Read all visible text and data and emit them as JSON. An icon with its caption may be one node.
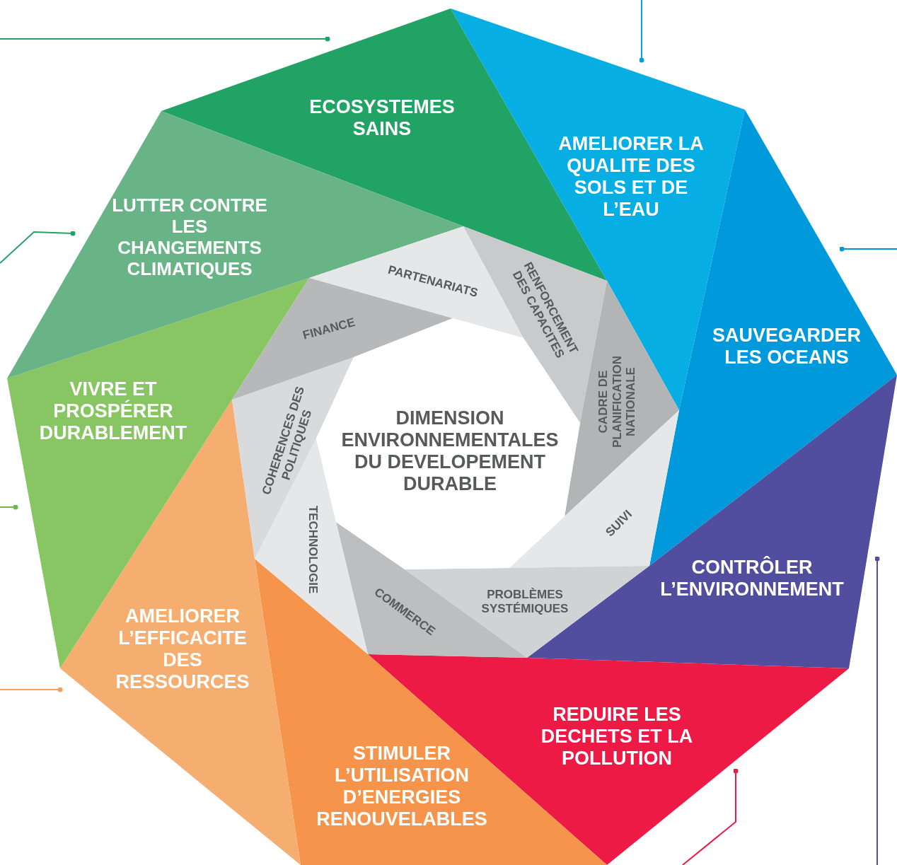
{
  "diagram": {
    "nodes": [
      {
        "text": [
          "DIMENSION ENVIRONNEMENTALES DU DEVELOPEMENT DURABLE"
        ]
      },
      {
        "text": [
          "ECOSYSTEMES SAINS"
        ]
      },
      {
        "text": [
          "AMELIORER LA QUALITE DES SOLS ET DE L’EAU"
        ]
      },
      {
        "text": [
          "SAUVEGARDER LES OCEANS"
        ]
      },
      {
        "text": [
          "CONTRÔLER L’ENVIRONNEMENT"
        ]
      },
      {
        "text": [
          "REDUIRE LES DECHETS ET LA POLLUTION"
        ]
      },
      {
        "text": [
          "STIMULER L’UTILISATION D’ENERGIES RENOUVELABLES"
        ]
      },
      {
        "text": [
          "AMELIORER L’EFFICACITE DES RESSOURCES"
        ]
      },
      {
        "text": [
          "VIVRE ET PROSPÉRER DURABLEMENT"
        ]
      },
      {
        "text": [
          "LUTTER CONTRE LES CHANGEMENTS CLIMATIQUES"
        ]
      },
      {
        "text": [
          "PARTENARIATS"
        ]
      },
      {
        "text": [
          "RENFORCEMENT DES CAPACITES"
        ]
      },
      {
        "text": [
          "CADRE DE PLANIFICATION NATIONALE"
        ]
      },
      {
        "text": [
          "SUIVI"
        ]
      },
      {
        "text": [
          "PROBLÈMES SYSTÉMIQUES"
        ]
      },
      {
        "text": [
          "COMMERCE"
        ]
      },
      {
        "text": [
          "TECHNOLOGIE"
        ]
      },
      {
        "text": [
          "COHERENCES DES POLITIQUES"
        ]
      },
      {
        "text": [
          "FINANCE"
        ]
      }
    ],
    "edges": [
      {
        "from": 1,
        "to": null,
        "arrow": "other",
        "color": "#21a366"
      },
      {
        "from": 2,
        "to": null,
        "arrow": "other",
        "color": "#06a0d8"
      },
      {
        "from": 3,
        "to": null,
        "arrow": "other",
        "color": "#0099dc"
      },
      {
        "from": 4,
        "to": null,
        "arrow": "other",
        "color": "#524e9f"
      },
      {
        "from": 5,
        "to": null,
        "arrow": "other",
        "color": "#ec1a45"
      },
      {
        "from": 7,
        "to": null,
        "arrow": "other",
        "color": "#f6a060"
      },
      {
        "from": 8,
        "to": null,
        "arrow": "other",
        "color": "#6cb84f"
      },
      {
        "from": 9,
        "to": null,
        "arrow": "other",
        "color": "#21a366"
      }
    ]
  }
}
